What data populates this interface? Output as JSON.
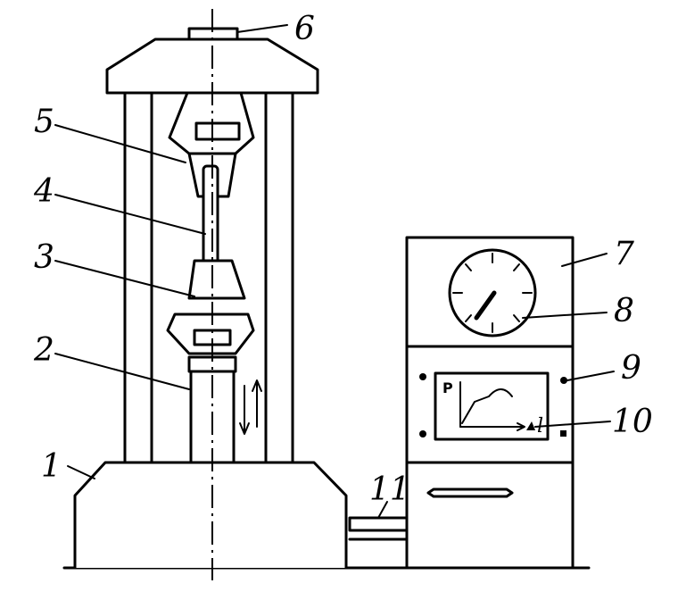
{
  "labels": {
    "l1": "1",
    "l2": "2",
    "l3": "3",
    "l4": "4",
    "l5": "5",
    "l6": "6",
    "l7": "7",
    "l8": "8",
    "l9": "9",
    "l10": "10",
    "l11": "11"
  },
  "plot": {
    "y_label": "P",
    "x_label": "l"
  }
}
